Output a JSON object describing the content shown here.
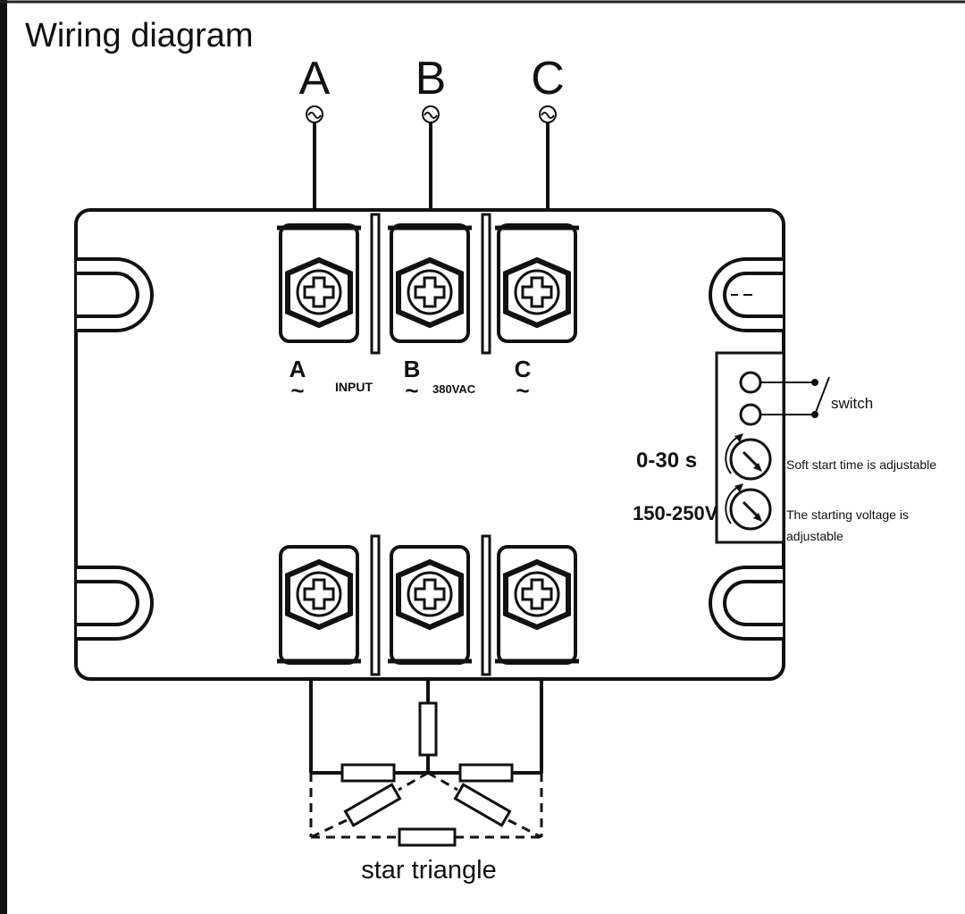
{
  "title": "Wiring diagram",
  "inputs": {
    "phase_a": "A",
    "phase_b": "B",
    "phase_c": "C",
    "ac_symbol": "~"
  },
  "module": {
    "input_label": "INPUT",
    "voltage_label": "380VAC",
    "terminal_top_a": "A",
    "terminal_top_b": "B",
    "terminal_top_c": "C"
  },
  "controls": {
    "switch_label": "switch",
    "time_range": "0-30 s",
    "time_desc": "Soft start time is adjustable",
    "voltage_range": "150-250V",
    "voltage_desc_line1": "The starting voltage is",
    "voltage_desc_line2": "adjustable"
  },
  "load": {
    "caption": "star triangle"
  },
  "colors": {
    "line": "#111111",
    "background": "#ffffff"
  }
}
